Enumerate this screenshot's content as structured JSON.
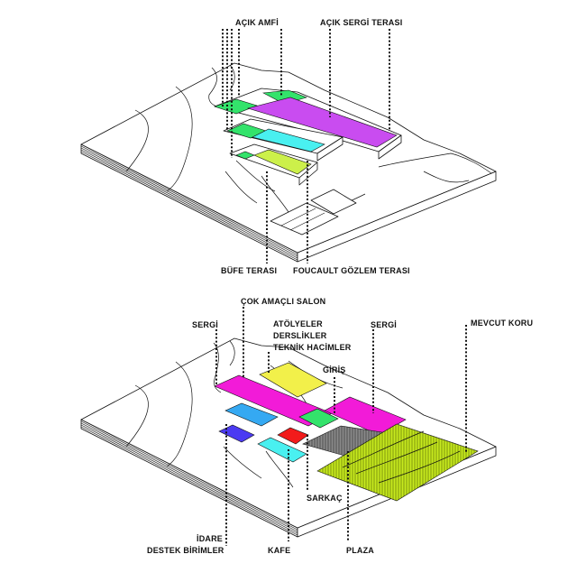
{
  "top_diagram": {
    "labels": {
      "acik_amfi": "AÇIK AMFİ",
      "acik_sergi_terasi": "AÇIK SERGİ TERASI",
      "bufe_terasi": "BÜFE TERASI",
      "foucault_gozlem_terasi": "FOUCAULT GÖZLEM TERASI"
    },
    "zone_colors": {
      "green": "#33e36b",
      "violet": "#c94cf0",
      "cyan": "#49f0f0",
      "lime": "#ccf04a"
    }
  },
  "bottom_diagram": {
    "labels": {
      "cok_amacli_salon": "ÇOK AMAÇLI SALON",
      "sergi_left": "SERGİ",
      "atolyeler": "ATÖLYELER",
      "derslikler": "DERSLİKLER",
      "teknik_hacimler": "TEKNİK HACİMLER",
      "sergi_right": "SERGİ",
      "mevcut_koru": "MEVCUT KORU",
      "giris": "GİRİŞ",
      "sarkac": "SARKAÇ",
      "idare": "İDARE",
      "destek_birimler": "DESTEK BİRİMLER",
      "kafe": "KAFE",
      "plaza": "PLAZA"
    },
    "zone_colors": {
      "magenta": "#f21bd8",
      "yellow": "#f2f04a",
      "blue": "#35a9f2",
      "indigo": "#4b3af2",
      "cyan": "#49f0f0",
      "green": "#33e36b",
      "red": "#f21b1b",
      "grey": "#8a8a8a",
      "yellow_green": "#c7ea1e"
    }
  }
}
